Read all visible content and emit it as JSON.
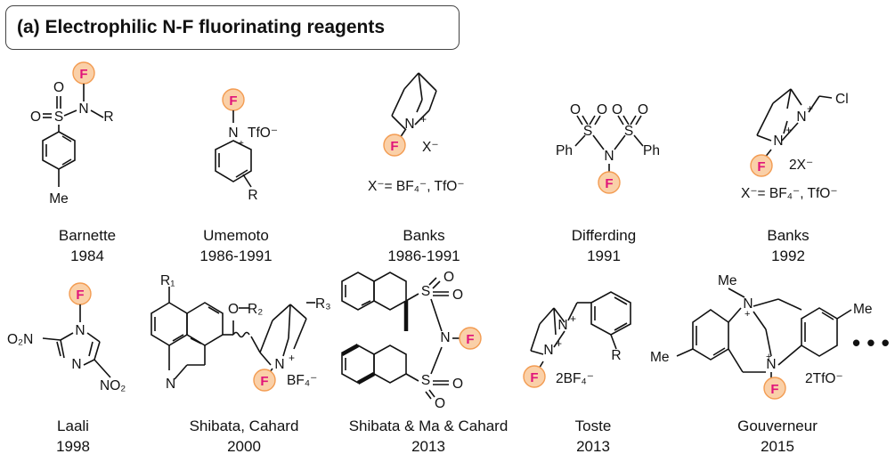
{
  "title": "(a) Electrophilic N-F fluorinating reagents",
  "atoms": {
    "F": "F",
    "N": "N",
    "S": "S",
    "O": "O",
    "R": "R",
    "Me": "Me",
    "Ph": "Ph",
    "Cl": "Cl",
    "plus": "+",
    "dot_plus": "·+",
    "TfO_minus": "TfO⁻",
    "X_minus": "X⁻",
    "twoX_minus": "2X⁻",
    "counter_bf4_tfo": "X⁻= BF₄⁻, TfO⁻",
    "BF4_minus": "BF₄⁻",
    "twoBF4_minus": "2BF₄⁻",
    "twoTfO_minus": "2TfO⁻",
    "O2N": "O₂N",
    "NO2": "NO₂",
    "R1": "R₁",
    "R2": "R₂",
    "R3": "R₃",
    "ellipsis": "• • •"
  },
  "reagents": [
    {
      "name": "Barnette",
      "year": "1984"
    },
    {
      "name": "Umemoto",
      "year": "1986-1991"
    },
    {
      "name": "Banks",
      "year": "1986-1991"
    },
    {
      "name": "Differding",
      "year": "1991"
    },
    {
      "name": "Banks",
      "year": "1992"
    },
    {
      "name": "Laali",
      "year": "1998"
    },
    {
      "name": "Shibata, Cahard",
      "year": "2000"
    },
    {
      "name": "Shibata & Ma & Cahard",
      "year": "2013"
    },
    {
      "name": "Toste",
      "year": "2013"
    },
    {
      "name": "Gouverneur",
      "year": "2015"
    }
  ],
  "colors": {
    "f_circle_fill": "#fad0a8",
    "f_circle_stroke": "#f39c52",
    "f_text": "#e0147a"
  }
}
